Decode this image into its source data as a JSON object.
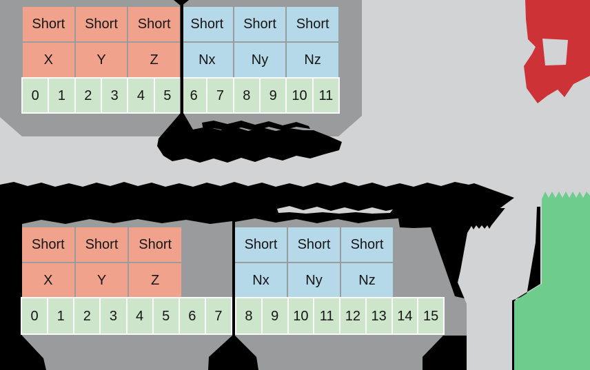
{
  "diagram": {
    "interleaved_table": {
      "types": [
        "Short",
        "Short",
        "Short",
        "Short",
        "Short",
        "Short"
      ],
      "fields": [
        "X",
        "Y",
        "Z",
        "Nx",
        "Ny",
        "Nz"
      ],
      "bytes": [
        "0",
        "1",
        "2",
        "3",
        "4",
        "5",
        "6",
        "7",
        "8",
        "9",
        "10",
        "11"
      ]
    },
    "padded_table": {
      "position": {
        "types": [
          "Short",
          "Short",
          "Short"
        ],
        "fields": [
          "X",
          "Y",
          "Z"
        ]
      },
      "normal": {
        "types": [
          "Short",
          "Short",
          "Short"
        ],
        "fields": [
          "Nx",
          "Ny",
          "Nz"
        ]
      },
      "bytes": [
        "0",
        "1",
        "2",
        "3",
        "4",
        "5",
        "6",
        "7",
        "8",
        "9",
        "10",
        "11",
        "12",
        "13",
        "14",
        "15"
      ]
    },
    "colors": {
      "position_cell": "#F1A28C",
      "normal_cell": "#B6D9EA",
      "byte_cell": "#CDE5CA",
      "backing_gray": "#999B9D",
      "canvas_gray": "#D2D3D5",
      "ink": "#000000",
      "crossmark_red": "#CD3237",
      "checkmark_green": "#6ECD8C"
    },
    "annotations": {
      "byte6_pointer": "ink line with arrowhead marking boundary between byte 5 and byte 6",
      "handwritten_notes_legible": false,
      "verdict_top": "crossmark",
      "verdict_bottom": "checkmark"
    }
  }
}
